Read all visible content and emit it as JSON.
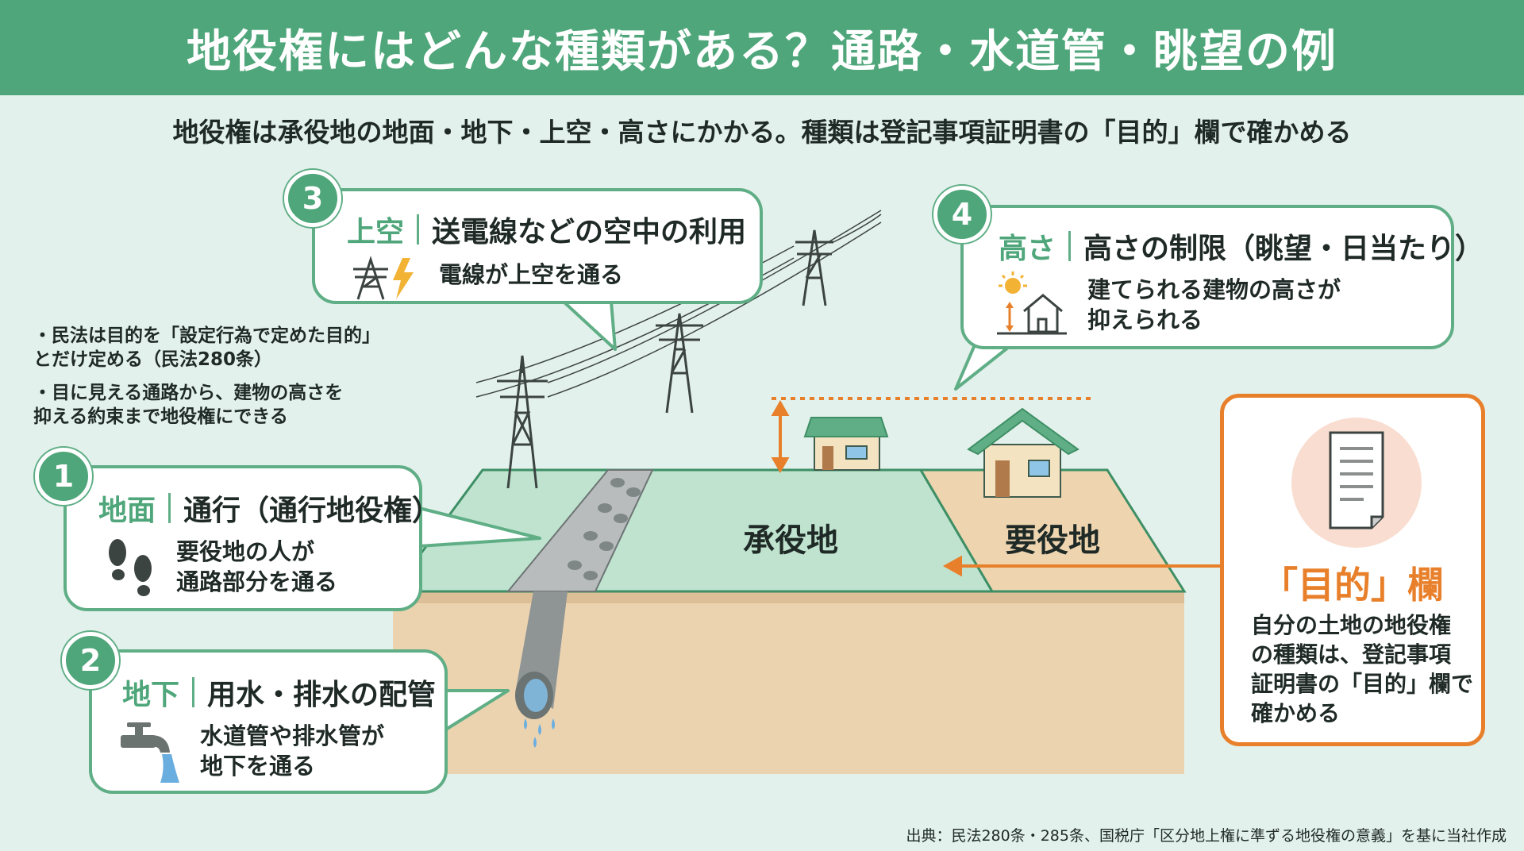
{
  "title": "地役権にはどんな種類がある？通路・水道管・眺望の例",
  "subtitle": "地役権は承役地の地面・地下・上空・高さにかかる。種類は登記事項証明書の「目的」欄で確かめる",
  "notes": [
    "・民法は目的を「設定行為で定めた目的」\n とだけ定める（民法280条）",
    "・目に見える通路から、建物の高さを\n 抑える約束まで地役権にできる"
  ],
  "callouts": {
    "ground": {
      "number": "1",
      "key": "地面",
      "title": "通行（通行地役権）",
      "desc": "要役地の人が\n通路部分を通る",
      "icon": "footprints-icon"
    },
    "underground": {
      "number": "2",
      "key": "地下",
      "title": "用水・排水の配管",
      "desc": "水道管や排水管が\n地下を通る",
      "icon": "faucet-icon"
    },
    "overhead": {
      "number": "3",
      "key": "上空",
      "title": "送電線などの空中の利用",
      "desc": "電線が上空を通る",
      "icon": "power-tower-icon"
    },
    "height": {
      "number": "4",
      "key": "高さ",
      "title": "高さの制限（眺望・日当たり）",
      "desc": "建てられる建物の高さが\n抑えられる",
      "icon": "sun-house-icon"
    }
  },
  "land": {
    "servient": "承役地",
    "dominant": "要役地"
  },
  "purpose_box": {
    "title": "「目的」欄",
    "desc": "自分の土地の地役権\nの種類は、登記事項\n証明書の「目的」欄で\n確かめる",
    "icon": "document-icon"
  },
  "source": "出典：民法280条・285条、国税庁「区分地上権に準ずる地役権の意義」を基に当社作成",
  "colors": {
    "green": "#4fa67a",
    "light_green": "#a8d9bf",
    "orange": "#e8802b",
    "background": "#e3f1ec",
    "soil": "#ecd3b0"
  }
}
